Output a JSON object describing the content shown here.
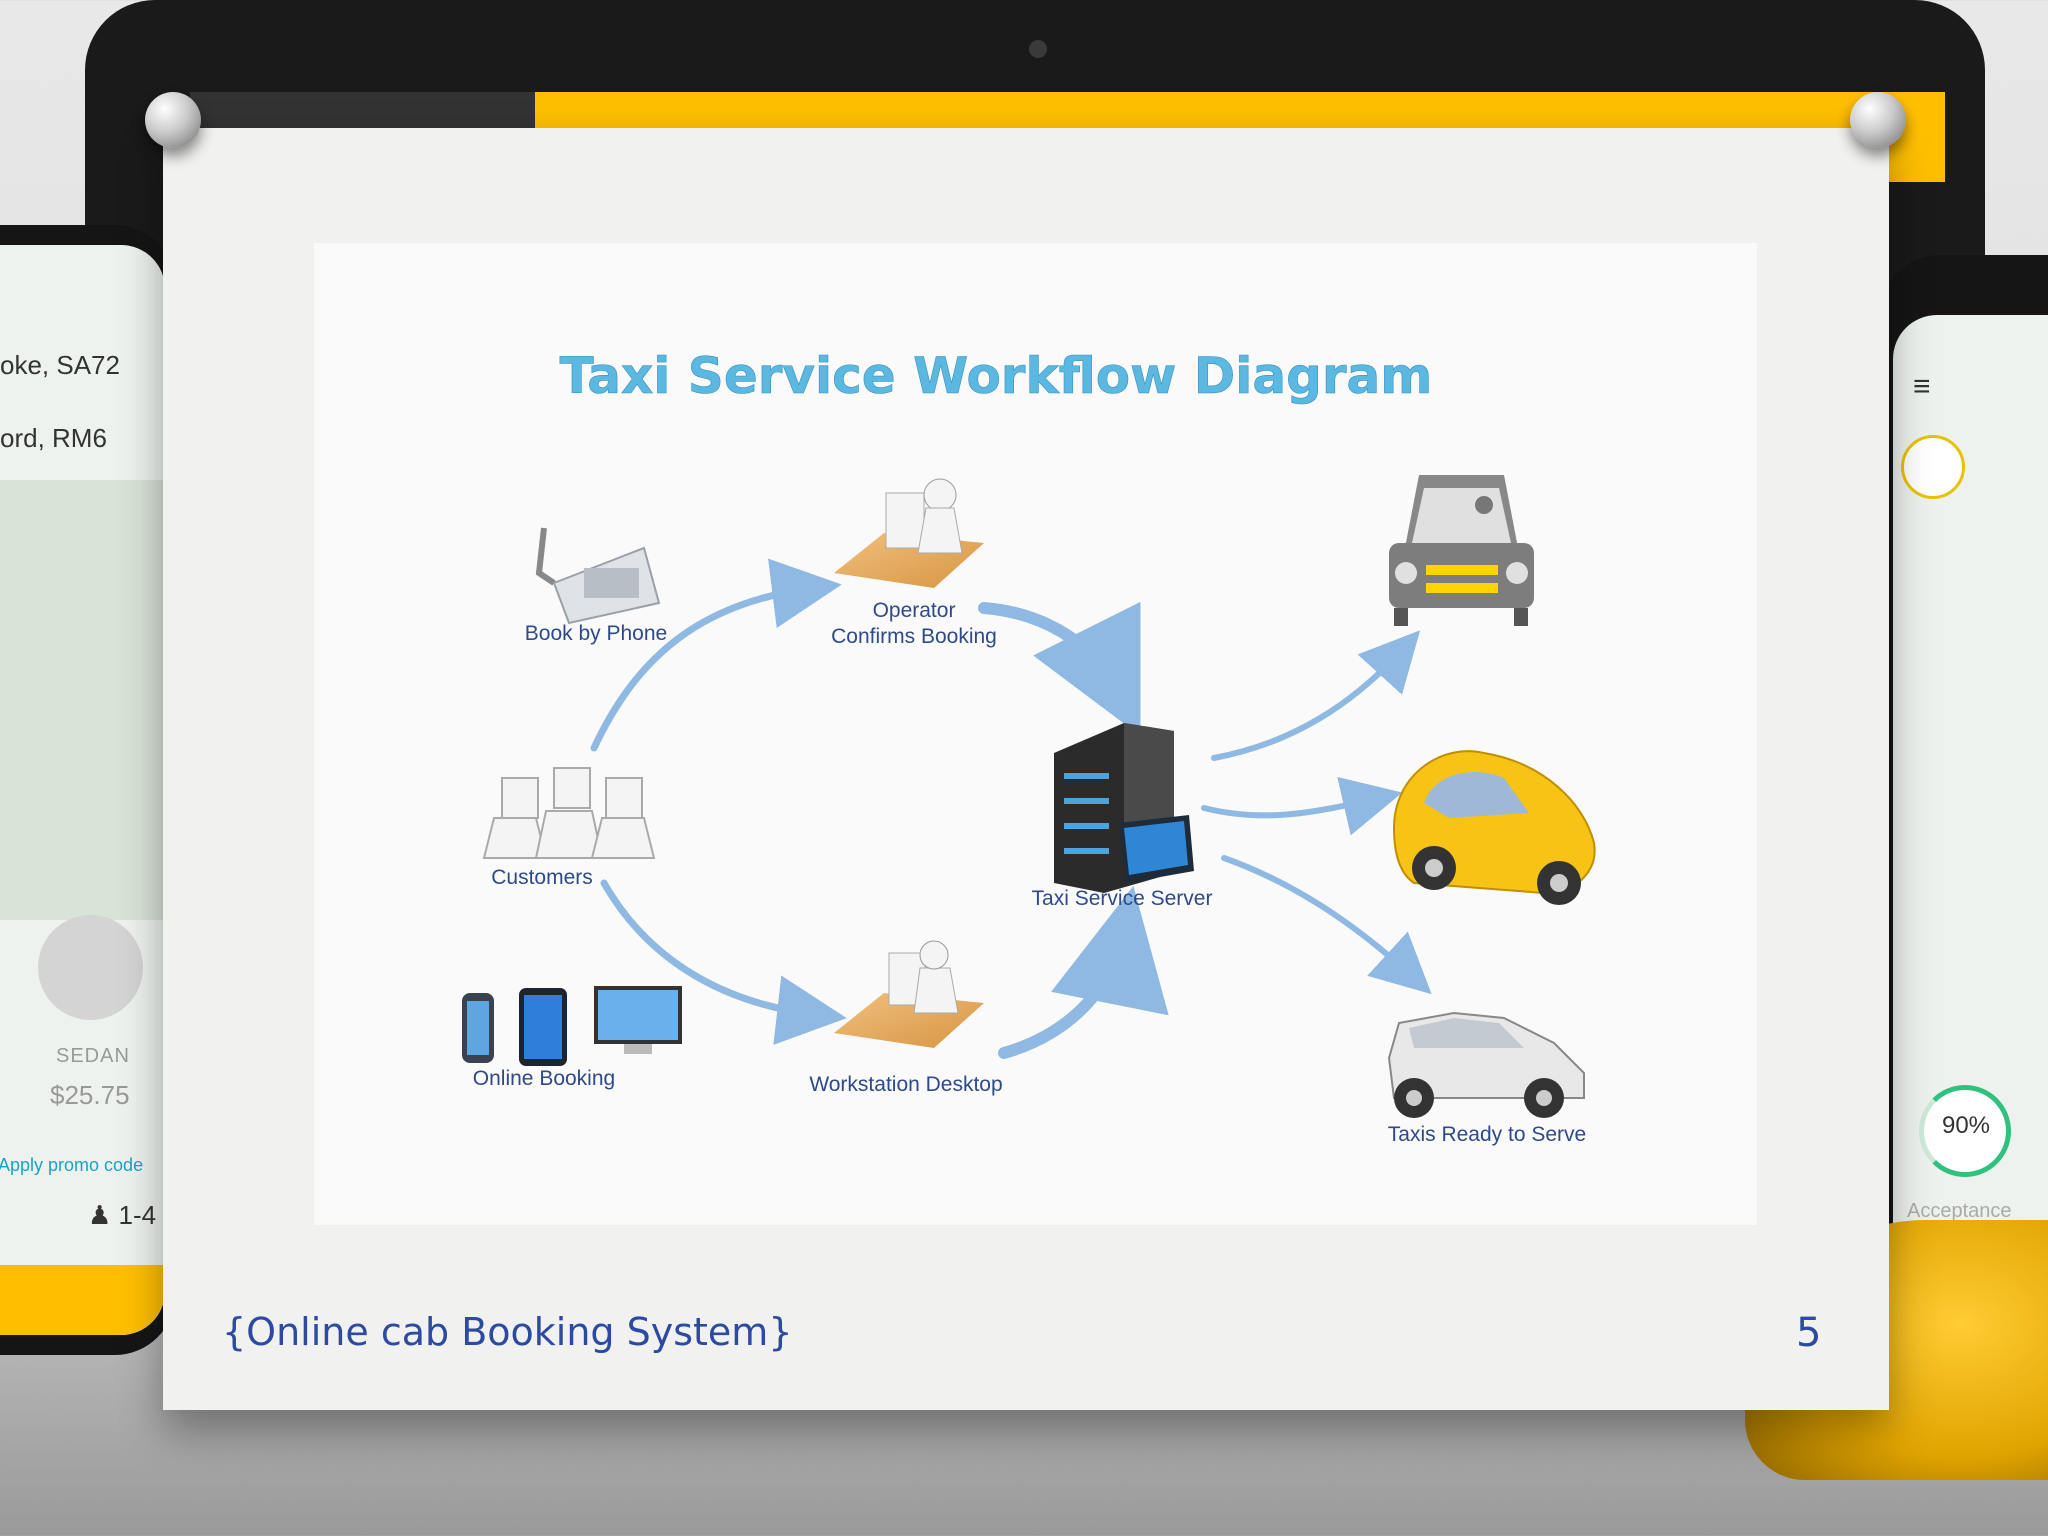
{
  "background": {
    "phone_left": {
      "address_1": "oke, SA72",
      "address_2": "ord, RM6",
      "car_type": "SEDAN",
      "price": "$25.75",
      "promo": "Apply promo code",
      "passengers": "1-4"
    },
    "phone_right": {
      "acceptance_pct": "90%",
      "acceptance_label": "Acceptance"
    }
  },
  "slide": {
    "footer_title": "{Online cab Booking System}",
    "page_number": "5"
  },
  "diagram": {
    "title": "Taxi Service Workflow Diagram",
    "nodes": {
      "book_by_phone": "Book by Phone",
      "operator_line1": "Operator",
      "operator_line2": "Confirms Booking",
      "customers": "Customers",
      "online_booking": "Online Booking",
      "workstation": "Workstation Desktop",
      "server": "Taxi Service Server",
      "taxis": "Taxis Ready to Serve"
    }
  },
  "colors": {
    "title": "#5bb8e0",
    "label": "#2e4a8a",
    "arrow": "#8fb9e3",
    "footer": "#2d4aa3",
    "taxi_yellow": "#ffbf00"
  }
}
